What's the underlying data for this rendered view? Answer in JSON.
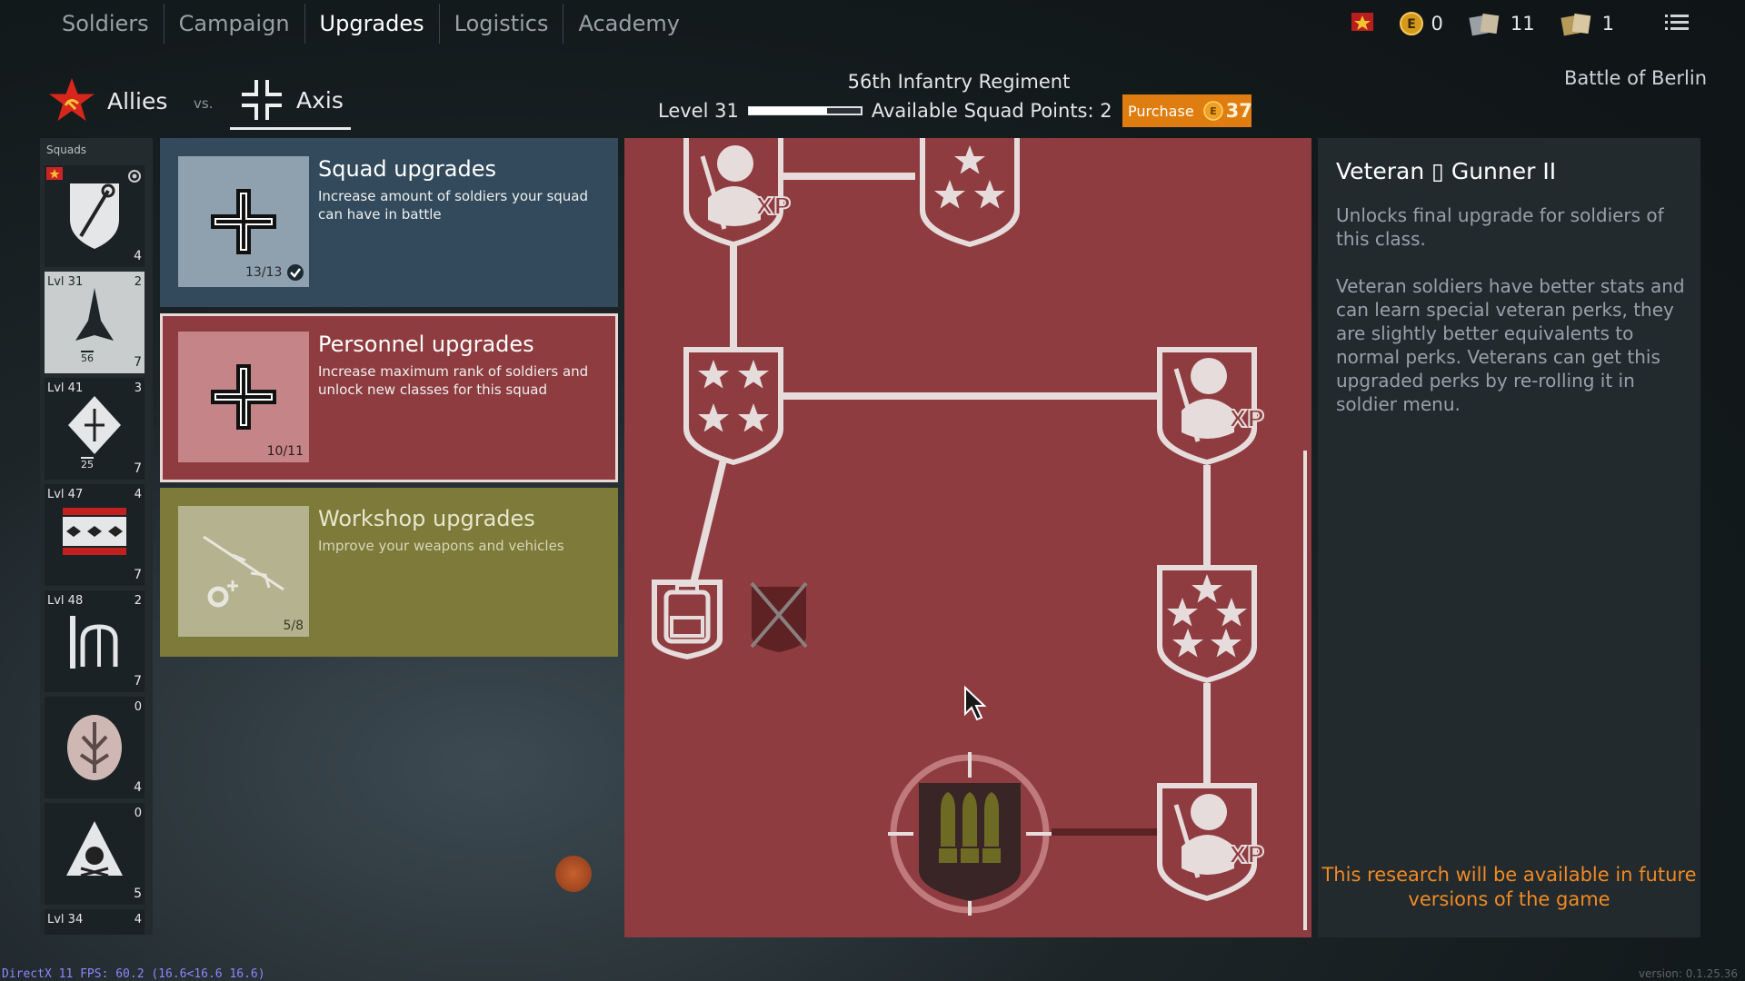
{
  "nav": {
    "tabs": [
      "Soldiers",
      "Campaign",
      "Upgrades",
      "Logistics",
      "Academy"
    ],
    "active_index": 2
  },
  "currencies": {
    "gold": "0",
    "cards_a": "11",
    "cards_b": "1"
  },
  "factions": {
    "allies": "Allies",
    "vs": "vs.",
    "axis": "Axis"
  },
  "regiment": {
    "name": "56th Infantry Regiment",
    "level_label": "Level 31",
    "level_progress": 0.7,
    "squad_points_label": "Available Squad Points: 2",
    "purchase_label": "Purchase",
    "purchase_price": "37"
  },
  "battle": "Battle of Berlin",
  "squads": {
    "title": "Squads",
    "items": [
      {
        "level": "",
        "points": "",
        "count": "4"
      },
      {
        "level": "Lvl 31",
        "points": "2",
        "count": "7",
        "badge": "56"
      },
      {
        "level": "Lvl 41",
        "points": "3",
        "count": "7",
        "badge": "25"
      },
      {
        "level": "Lvl 47",
        "points": "4",
        "count": "7"
      },
      {
        "level": "Lvl 48",
        "points": "2",
        "count": "7"
      },
      {
        "level": "",
        "points": "0",
        "count": "4"
      },
      {
        "level": "",
        "points": "0",
        "count": "5"
      },
      {
        "level": "Lvl 34",
        "points": "4",
        "count": ""
      }
    ]
  },
  "categories": [
    {
      "title": "Squad upgrades",
      "desc": "Increase amount of soldiers your squad can have in battle",
      "progress": "13/13"
    },
    {
      "title": "Personnel upgrades",
      "desc": "Increase maximum rank of soldiers and unlock new classes for this squad",
      "progress": "10/11"
    },
    {
      "title": "Workshop upgrades",
      "desc": "Improve your weapons and vehicles",
      "progress": "5/8"
    }
  ],
  "info": {
    "title": "Veteran ▯ Gunner II",
    "p1": "Unlocks final upgrade for soldiers of this class.",
    "p2": "Veteran soldiers have better stats and can learn special veteran perks, they are slightly better equivalents to normal perks. Veterans can get this upgraded perks by re-rolling it in soldier menu.",
    "warning": "This research will be available in future versions of the game"
  },
  "tree_labels": {
    "xp": "XP"
  },
  "debug": "DirectX 11 FPS: 60.2 (16.6<16.6 16.6)",
  "version": "version: 0.1.25.36",
  "colors": {
    "accent_orange": "#e07d10",
    "personnel_red": "#8e3c3f",
    "squad_blue": "#324a5c",
    "workshop_olive": "#7d7a3a"
  }
}
